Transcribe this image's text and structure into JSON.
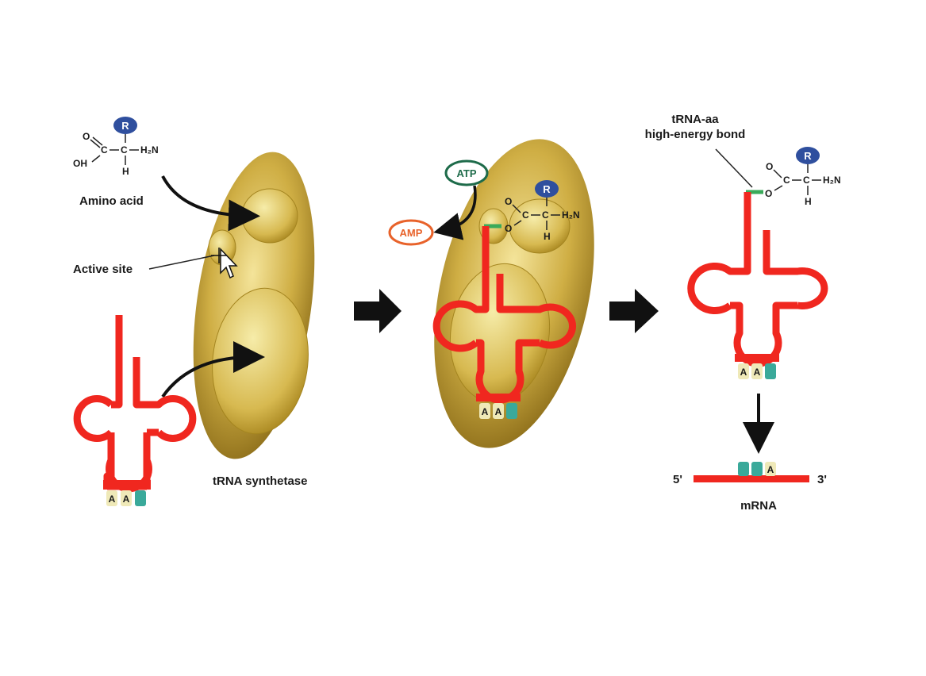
{
  "labels": {
    "amino_acid": "Amino acid",
    "active_site": "Active site",
    "trna_synthetase": "tRNA synthetase",
    "trna_aa_bond_line1": "tRNA-aa",
    "trna_aa_bond_line2": "high-energy bond",
    "mrna": "mRNA",
    "five_prime": "5'",
    "three_prime": "3'"
  },
  "molecules": {
    "atp": "ATP",
    "amp": "AMP"
  },
  "amino_acid_formula": {
    "r_group": "R",
    "oxygen": "O",
    "hydroxyl": "OH",
    "carbon": "C",
    "alpha_carbon": "C",
    "amine": "H₂N",
    "hydrogen": "H"
  },
  "anticodon_bases": [
    "A",
    "A",
    ""
  ],
  "codon_bases": [
    "",
    "",
    "A"
  ],
  "colors": {
    "trna": "#f0271f",
    "enzyme": "#c9a63b",
    "r_group": "#2f4f9e",
    "atp": "#1e6b4a",
    "amp": "#e8622a",
    "bond": "#3aaa5a",
    "base_light": "#efe9b8",
    "base_teal": "#3aa99a"
  }
}
